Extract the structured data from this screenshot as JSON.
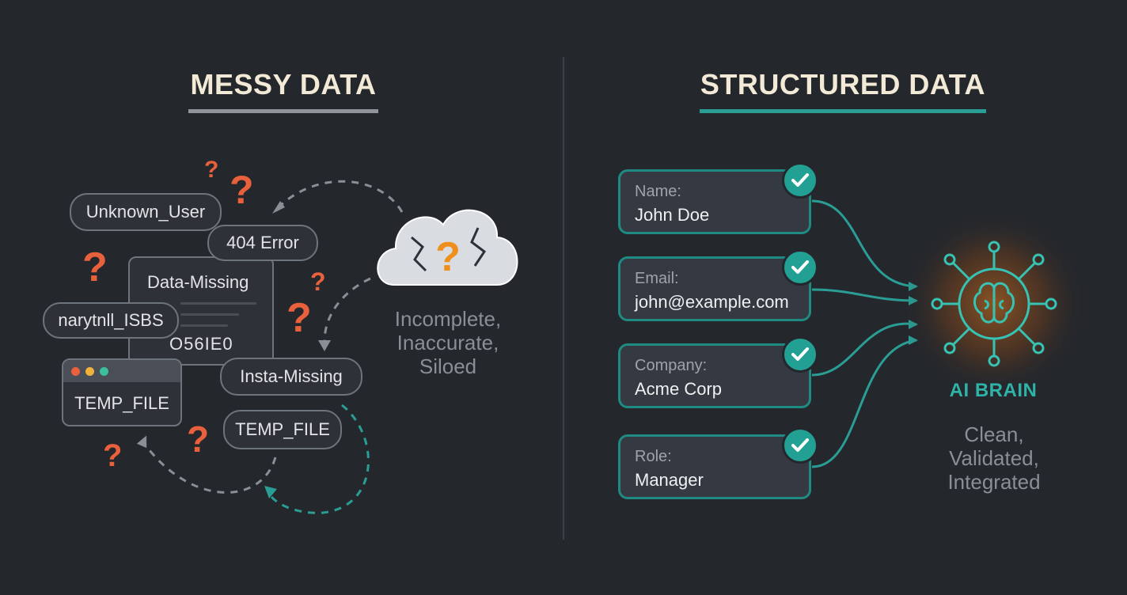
{
  "left": {
    "title": "MESSY DATA",
    "pills": {
      "unknown_user": "Unknown_User",
      "error_404": "404 Error",
      "garbled": "narytnll_ISBS",
      "insta_missing": "Insta-Missing",
      "temp_file": "TEMP_FILE"
    },
    "card": {
      "title": "Data-Missing",
      "code": "O56IE0"
    },
    "window": {
      "label": "TEMP_FILE"
    },
    "caption": [
      "Incomplete,",
      "Inaccurate,",
      "Siloed"
    ]
  },
  "right": {
    "title": "STRUCTURED DATA",
    "fields": [
      {
        "label": "Name:",
        "value": "John Doe"
      },
      {
        "label": "Email:",
        "value": "john@example.com"
      },
      {
        "label": "Company:",
        "value": "Acme Corp"
      },
      {
        "label": "Role:",
        "value": "Manager"
      }
    ],
    "brain_label": "AI BRAIN",
    "caption": [
      "Clean,",
      "Validated,",
      "Integrated"
    ]
  },
  "colors": {
    "background": "#24272c",
    "accent_teal": "#2a9d95",
    "question_orange": "#e8603c",
    "brain_glow": "#e07a1f"
  },
  "icons": [
    "question-mark-icon",
    "cloud-icon",
    "check-icon",
    "brain-icon"
  ]
}
